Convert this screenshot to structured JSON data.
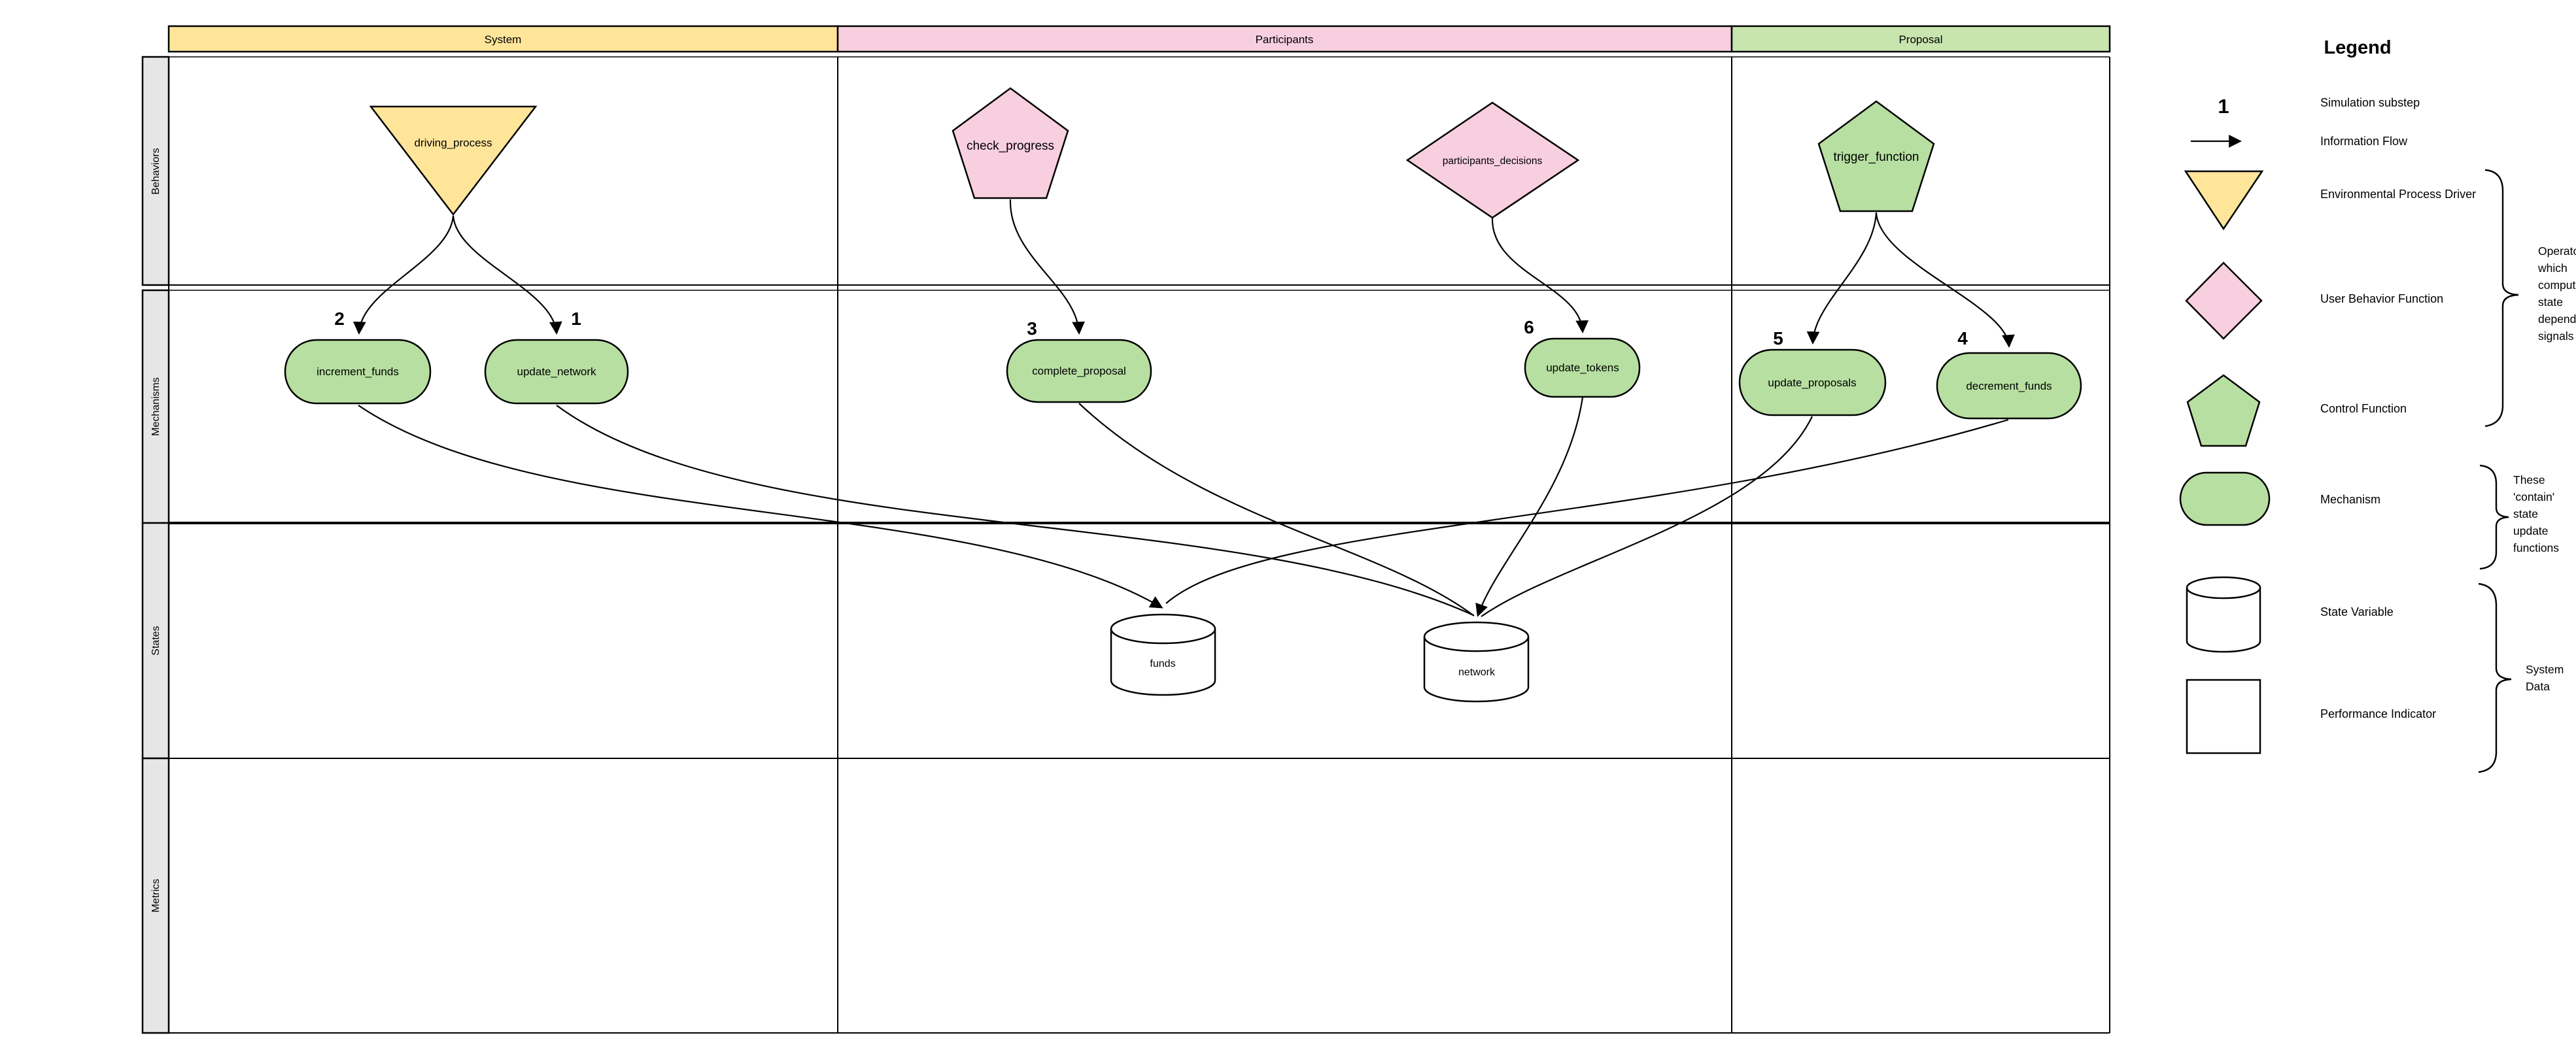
{
  "diagram": {
    "columns": [
      {
        "label": "System"
      },
      {
        "label": "Participants"
      },
      {
        "label": "Proposal"
      }
    ],
    "rows": [
      {
        "label": "Behaviors"
      },
      {
        "label": "Mechanisms"
      },
      {
        "label": "States"
      },
      {
        "label": "Metrics"
      }
    ],
    "behaviors": [
      {
        "label": "driving_process",
        "type": "environmental-process-driver",
        "column": "System"
      },
      {
        "label": "check_progress",
        "type": "control-function",
        "column": "Participants"
      },
      {
        "label": "participants_decisions",
        "type": "user-behavior-function",
        "column": "Participants"
      },
      {
        "label": "trigger_function",
        "type": "control-function",
        "column": "Proposal"
      }
    ],
    "mechanisms": [
      {
        "label": "increment_funds",
        "substep": "2",
        "column": "System"
      },
      {
        "label": "update_network",
        "substep": "1",
        "column": "System"
      },
      {
        "label": "complete_proposal",
        "substep": "3",
        "column": "Participants"
      },
      {
        "label": "update_tokens",
        "substep": "6",
        "column": "Participants"
      },
      {
        "label": "update_proposals",
        "substep": "5",
        "column": "Proposal"
      },
      {
        "label": "decrement_funds",
        "substep": "4",
        "column": "Proposal"
      }
    ],
    "states": [
      {
        "label": "funds",
        "type": "state-variable"
      },
      {
        "label": "network",
        "type": "state-variable"
      }
    ],
    "flows": [
      {
        "from": "driving_process",
        "to": "increment_funds"
      },
      {
        "from": "driving_process",
        "to": "update_network"
      },
      {
        "from": "check_progress",
        "to": "complete_proposal"
      },
      {
        "from": "participants_decisions",
        "to": "update_tokens"
      },
      {
        "from": "trigger_function",
        "to": "update_proposals"
      },
      {
        "from": "trigger_function",
        "to": "decrement_funds"
      },
      {
        "from": "increment_funds",
        "to": "funds"
      },
      {
        "from": "decrement_funds",
        "to": "funds"
      },
      {
        "from": "update_network",
        "to": "network"
      },
      {
        "from": "complete_proposal",
        "to": "network"
      },
      {
        "from": "update_tokens",
        "to": "network"
      },
      {
        "from": "update_proposals",
        "to": "network"
      }
    ]
  },
  "legend": {
    "title": "Legend",
    "substep_symbol": "1",
    "items": [
      {
        "label": "Simulation substep"
      },
      {
        "label": "Information Flow"
      },
      {
        "label": "Environmental Process Driver"
      },
      {
        "label": "User Behavior Function"
      },
      {
        "label": "Control Function"
      },
      {
        "label": "Mechanism"
      },
      {
        "label": "State Variable"
      },
      {
        "label": "Performance Indicator"
      }
    ],
    "notes": [
      {
        "lines": [
          "Operators",
          "which",
          "compute",
          "state",
          "dependent",
          "signals"
        ]
      },
      {
        "lines": [
          "These",
          "'contain'",
          "state",
          "update",
          "functions"
        ]
      },
      {
        "lines": [
          "System",
          "Data"
        ]
      }
    ]
  },
  "colors": {
    "yellow": "#ffe59a",
    "pink": "#f8cfdf",
    "green": "#b7dfa1",
    "header_green": "#c9e5af",
    "lane_label_bg": "#e6e6e6",
    "white": "#ffffff",
    "stroke": "#000000"
  }
}
